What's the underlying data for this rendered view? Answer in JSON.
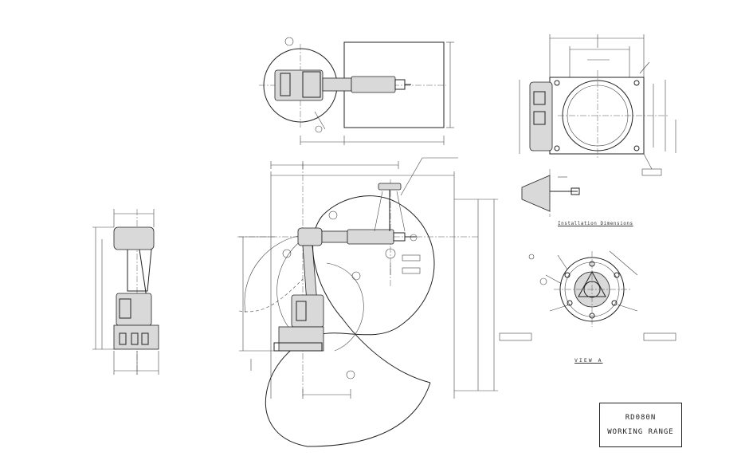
{
  "title_block": {
    "model": "RD080N",
    "subtitle": "WORKING RANGE"
  },
  "captions": {
    "installation": "Installation Dimensions",
    "view": "VIEW A"
  },
  "colors": {
    "line": "#222222",
    "background": "#ffffff"
  }
}
